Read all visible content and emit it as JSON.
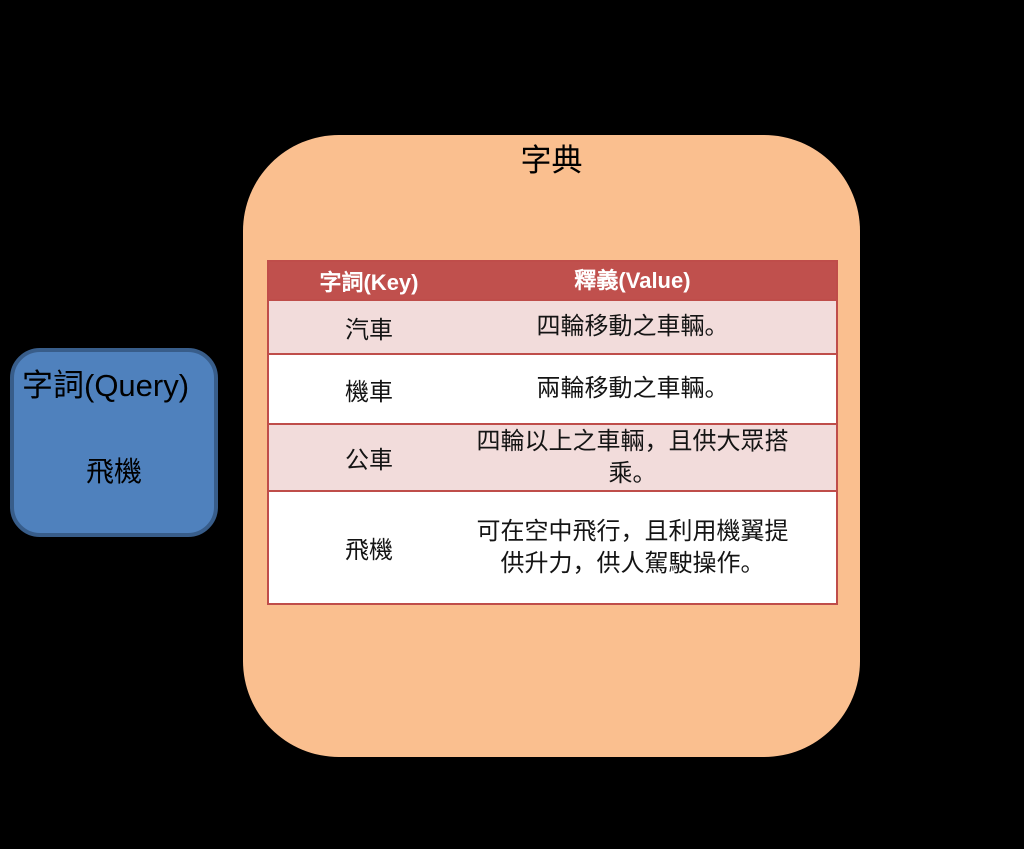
{
  "colors": {
    "background": "#000000",
    "panel_fill": "#FABF8F",
    "table_header_bg": "#C0504D",
    "table_border": "#BF4D4A",
    "row_alt_bg": "#F2DCDB",
    "row_bg": "#FFFFFF",
    "header_text": "#FFFFFF",
    "body_text": "#141414",
    "query_fill": "#4F81BD",
    "query_border": "#385D8A"
  },
  "dictionary": {
    "title": "字典",
    "table": {
      "header": {
        "key": "字詞(Key)",
        "value": "釋義(Value)"
      },
      "rows": [
        {
          "key": "汽車",
          "value": "四輪移動之車輛。"
        },
        {
          "key": "機車",
          "value": "兩輪移動之車輛。"
        },
        {
          "key": "公車",
          "value": "四輪以上之車輛，且供大眾搭乘。"
        },
        {
          "key": "飛機",
          "value": "可在空中飛行，且利用機翼提供升力，供人駕駛操作。"
        }
      ]
    }
  },
  "query": {
    "label": "字詞(Query)",
    "value": "飛機"
  }
}
